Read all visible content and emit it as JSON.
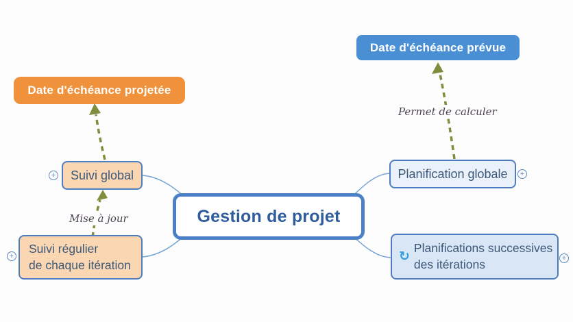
{
  "mindmap": {
    "central": {
      "label": "Gestion de projet"
    },
    "nodes": {
      "suivi_global": {
        "label": "Suivi global"
      },
      "suivi_regulier": {
        "line1": "Suivi régulier",
        "line2": "de chaque itération"
      },
      "planification_globale": {
        "label": "Planification globale"
      },
      "planifications_successives": {
        "line1": "Planifications successives",
        "line2": "des itérations"
      },
      "date_projetee": {
        "label": "Date d'échéance projetée"
      },
      "date_prevue": {
        "label": "Date d'échéance prévue"
      }
    },
    "relations": {
      "mise_a_jour": {
        "label": "Mise à jour"
      },
      "permet_de_calculer": {
        "label": "Permet de calculer"
      }
    },
    "icons": {
      "expand_plus": "+",
      "sync_glyph": "↻"
    },
    "colors": {
      "canvas_background": "#FDFDFD",
      "central_border": "#4C80C6",
      "central_text": "#2E5C9C",
      "branch_border": "#4E7DBF",
      "branch_text": "#3C5878",
      "branch_fill_peach": "#FAD7B2",
      "branch_fill_blue_light": "#EAF1FA",
      "branch_fill_blue_mid": "#D9E6F5",
      "floating_orange": "#F0913B",
      "floating_blue": "#4A8FD4",
      "floating_text": "#FFFFFF",
      "relation_olive": "#7E8E3C",
      "relation_label_text": "#4C4350",
      "connector_blue": "#74A3D6",
      "sync_icon_blue": "#2B9FE0",
      "expand_icon_blue": "#5B87C5"
    }
  }
}
